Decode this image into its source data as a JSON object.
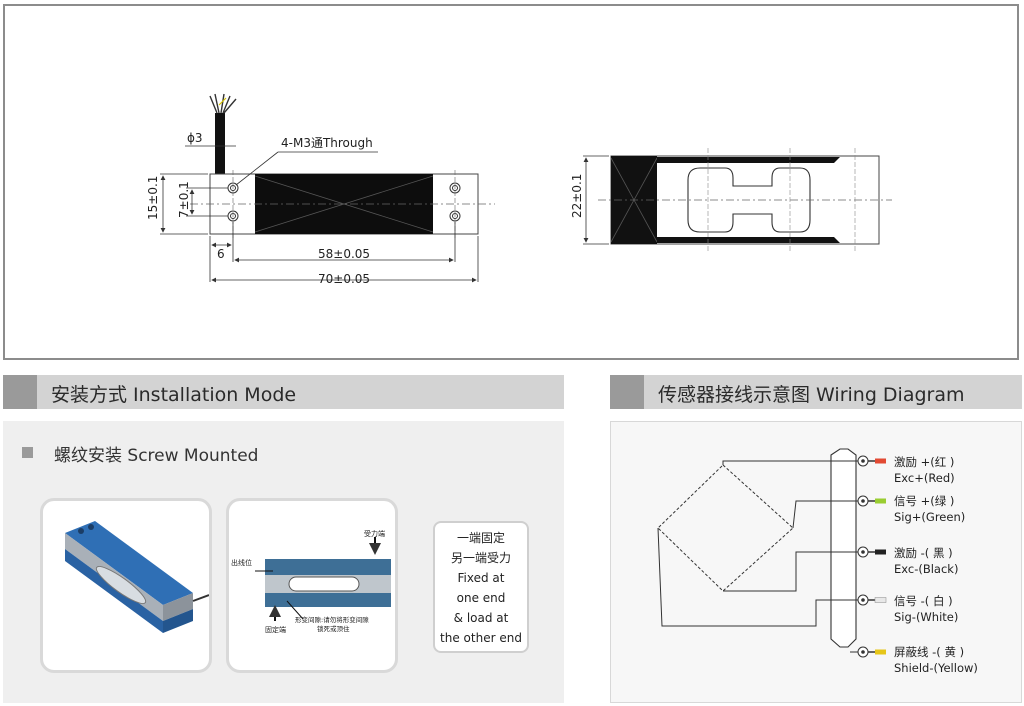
{
  "drawing": {
    "cable_dia": "ϕ3",
    "holes_note": "4-M3通Through",
    "dim_height": "15±0.1",
    "dim_hole_spacing": "7±0.1",
    "dim_edge": "6",
    "dim_hole_pitch": "58±0.05",
    "dim_length": "70±0.05",
    "dim_width": "22±0.1"
  },
  "installation": {
    "title": "安装方式 Installation Mode",
    "sub_title": "螺纹安装 Screw Mounted",
    "labels": {
      "force_end": "受力端",
      "outlet": "出线位",
      "gap": "形变间隙:请勿将形变间隙",
      "gap2": "锁死或顶住",
      "fixed_end": "固定端"
    },
    "note": [
      "一端固定",
      "另一端受力",
      "Fixed at",
      "one end",
      "& load at",
      "the other end"
    ]
  },
  "wiring": {
    "title": "传感器接线示意图  Wiring Diagram",
    "wires": [
      {
        "cn": "激励 +(红 )",
        "en": "Exc+(Red)",
        "color": "#e24a33"
      },
      {
        "cn": "信号 +(绿 )",
        "en": "Sig+(Green)",
        "color": "#9acd32"
      },
      {
        "cn": "激励 -( 黑 )",
        "en": "Exc-(Black)",
        "color": "#222222"
      },
      {
        "cn": "信号 -( 白 )",
        "en": "Sig-(White)",
        "color": "#e8e8e8"
      },
      {
        "cn": "屏蔽线 -( 黄 )",
        "en": "Shield-(Yellow)",
        "color": "#e6c619"
      }
    ]
  }
}
